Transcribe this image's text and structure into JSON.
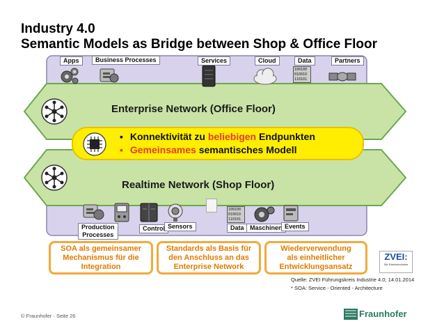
{
  "title": {
    "line1": "Industry 4.0",
    "line2": "Semantic Models as Bridge between Shop & Office Floor"
  },
  "top_icons": {
    "apps": "Apps",
    "business_processes": "Business Processes",
    "services": "Services",
    "cloud": "Cloud",
    "data": "Data",
    "partners": "Partners"
  },
  "enterprise_network": "Enterprise Network  (Office Floor)",
  "connector": {
    "bullet1_a": "Konnektivität zu ",
    "bullet1_b": "beliebigen",
    "bullet1_c": " Endpunkten",
    "bullet2_a": "Gemeinsames",
    "bullet2_b": " semantisches Modell",
    "bullet_char": "▪"
  },
  "realtime_network": "Realtime Network (Shop Floor)",
  "bottom_icons": {
    "production_processes": "Production\nProcesses",
    "control": "Control",
    "sensors": "Sensors",
    "data": "Data",
    "maschinen": "Maschinen",
    "events": "Events"
  },
  "data_glyph": "100100\n010010\n110101",
  "boxes": [
    "SOA als gemeinsamer\nMechanismus für die\nIntegration",
    "Standards als Basis für\nden Anschluss an das\nEnterprise Network",
    "Wiederverwendung\nals einheitlicher\nEntwicklungsansatz"
  ],
  "zvei": {
    "logo": "ZVEI:",
    "tagline": "Die Elektroindustrie"
  },
  "source": {
    "line1": "Quelle: ZVEI Führungskreis Industrie 4.0; 14.01.2014",
    "line2": "* SOA: Service - Oriented - Architecture"
  },
  "footer": "© Fraunhofer · Seite 26",
  "fraunhofer_logo": "Fraunhofer",
  "colors": {
    "green_arrow": "#c9e3a7",
    "green_border": "#6aa84f",
    "lavender": "#d9d2ec",
    "yellow": "#ffee00",
    "red_text": "#e53b2c",
    "orange": "#f2a93b",
    "orange_text": "#e07b00",
    "fraunhofer_green": "#2a7a62"
  }
}
